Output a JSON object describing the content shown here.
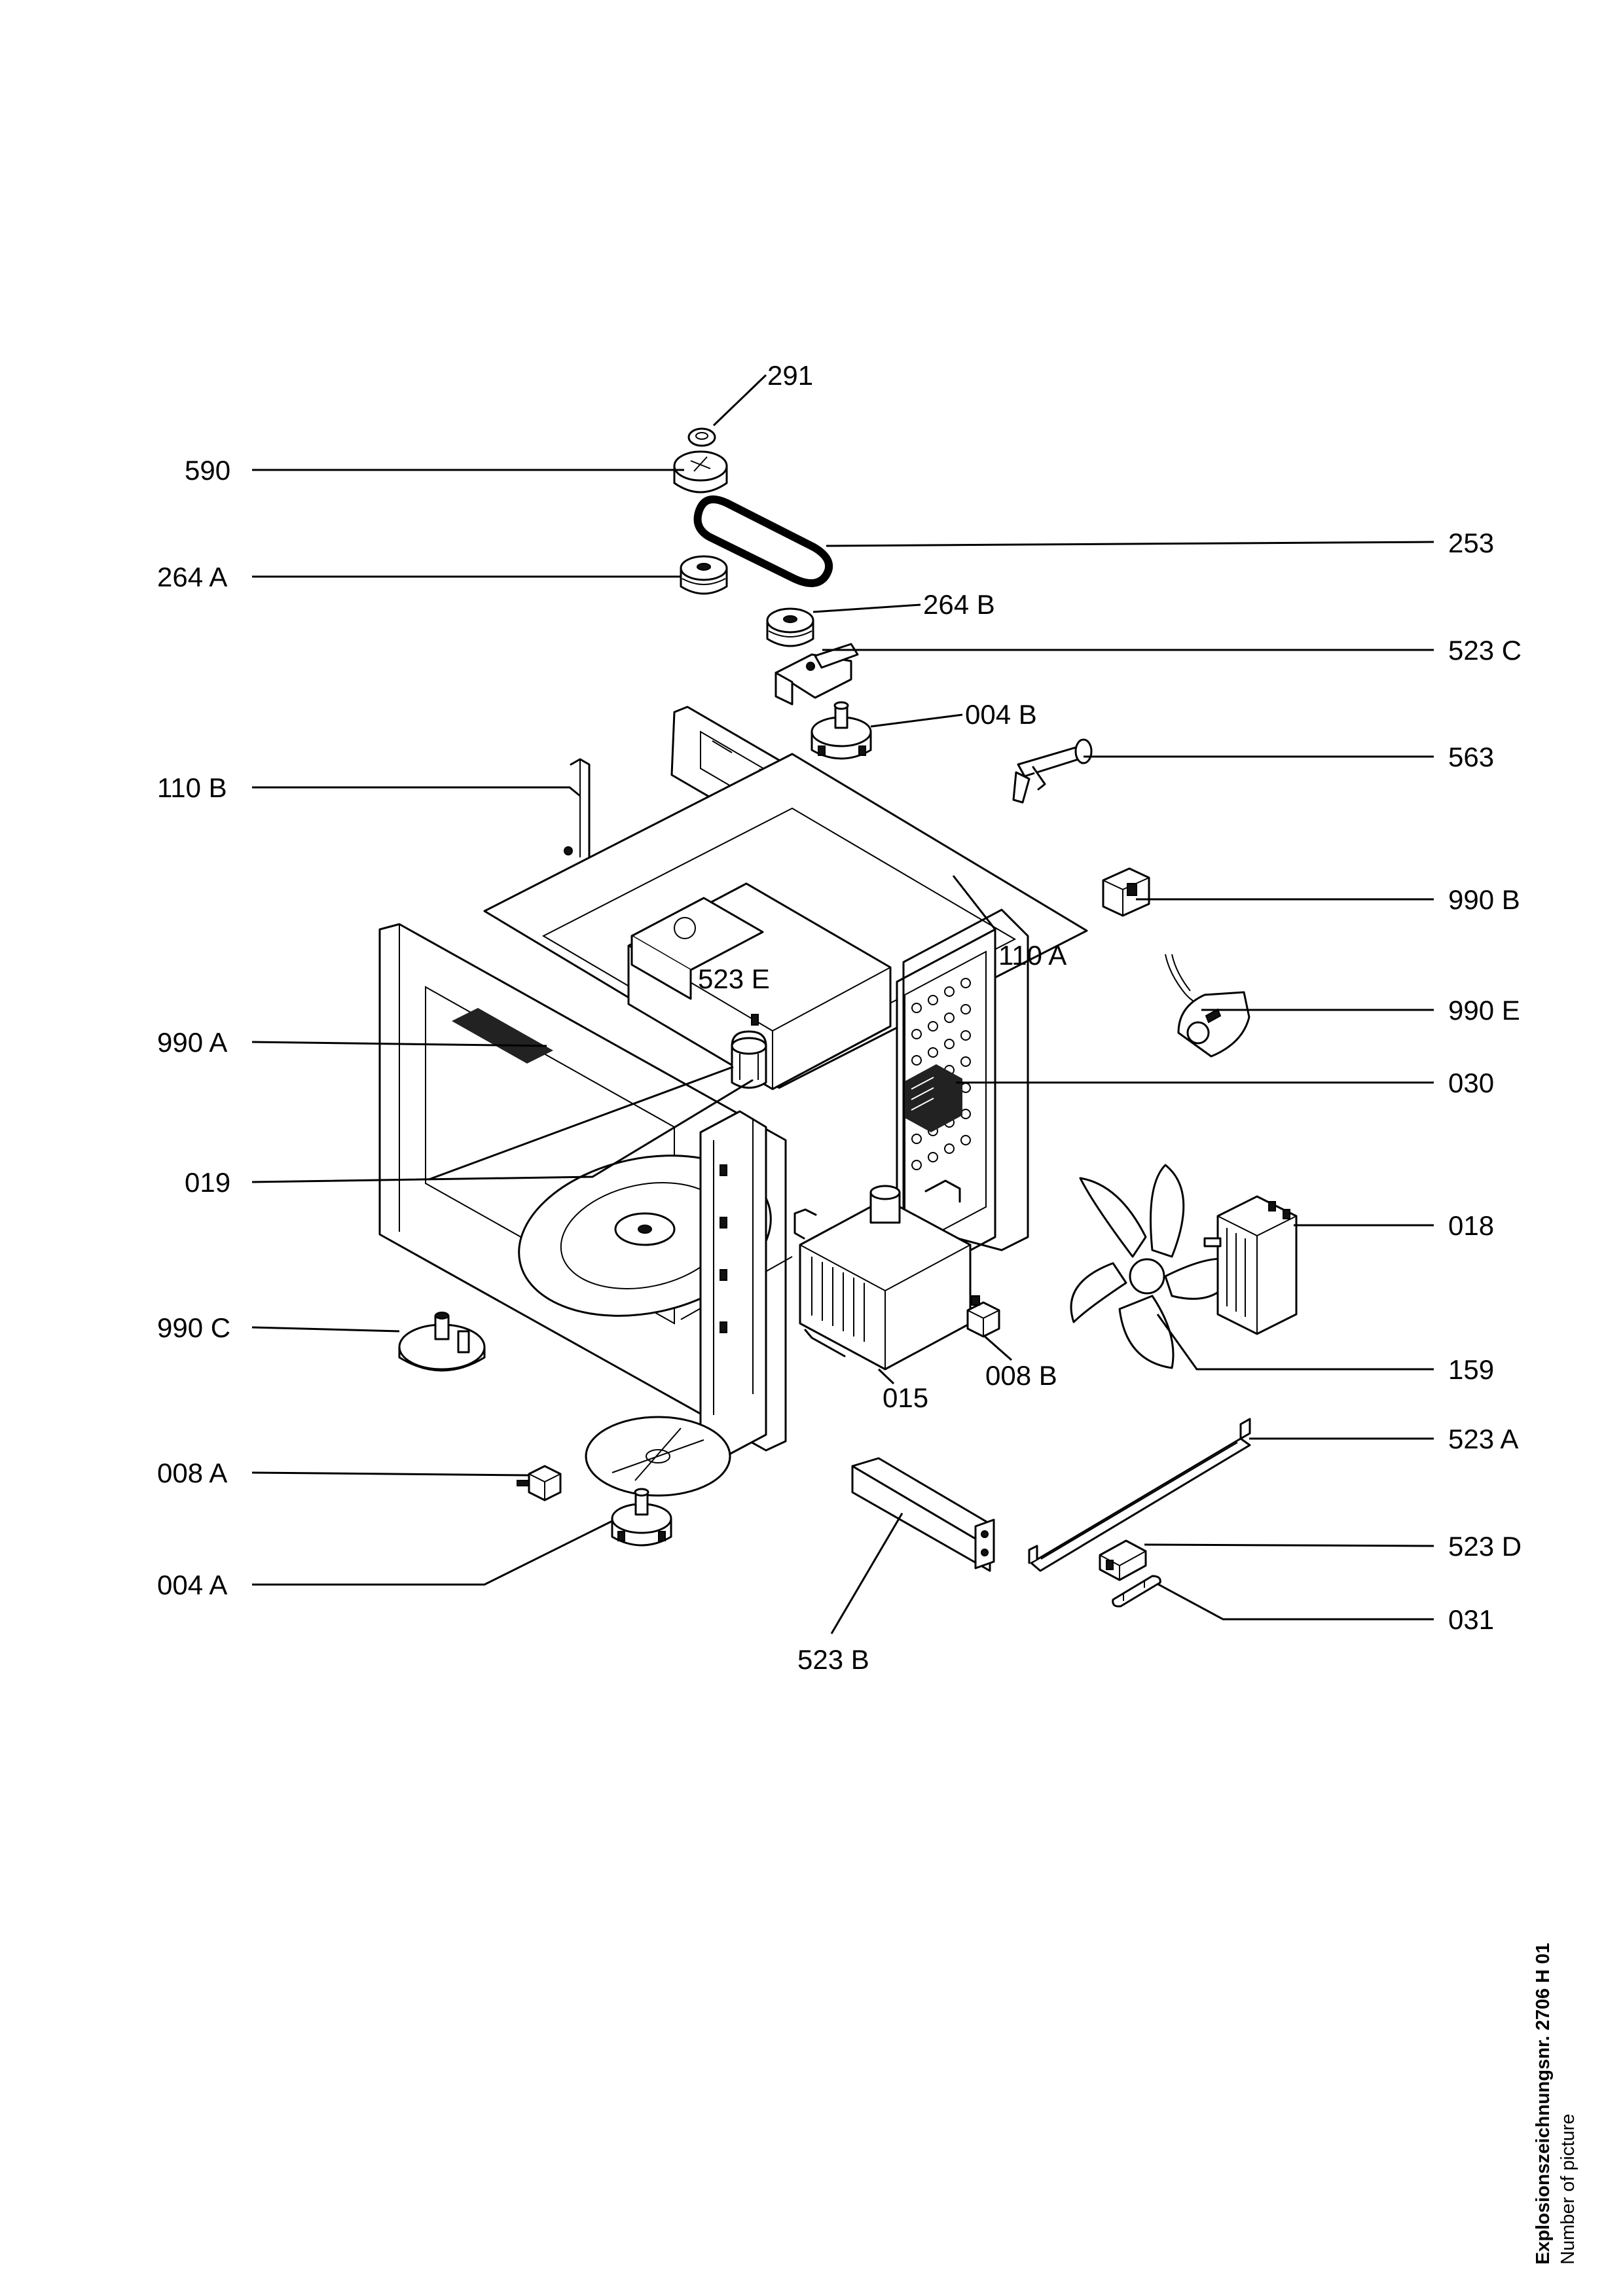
{
  "labels": {
    "p291": "291",
    "p590": "590",
    "p253": "253",
    "p264a": "264 A",
    "p264b": "264 B",
    "p523c": "523 C",
    "p004b": "004 B",
    "p563": "563",
    "p110b": "110 B",
    "p990b": "990 B",
    "p110a": "110 A",
    "p523e": "523 E",
    "p990e": "990 E",
    "p990a": "990 A",
    "p030": "030",
    "p019": "019",
    "p018": "018",
    "p990c": "990 C",
    "p159": "159",
    "p015": "015",
    "p008b": "008 B",
    "p523a": "523 A",
    "p008a": "008 A",
    "p523d": "523 D",
    "p004a": "004 A",
    "p031": "031",
    "p523b": "523 B"
  },
  "caption": {
    "title": "Explosionszeichnungsnr. 2706 H 01",
    "subtitle": "Number of picture"
  }
}
